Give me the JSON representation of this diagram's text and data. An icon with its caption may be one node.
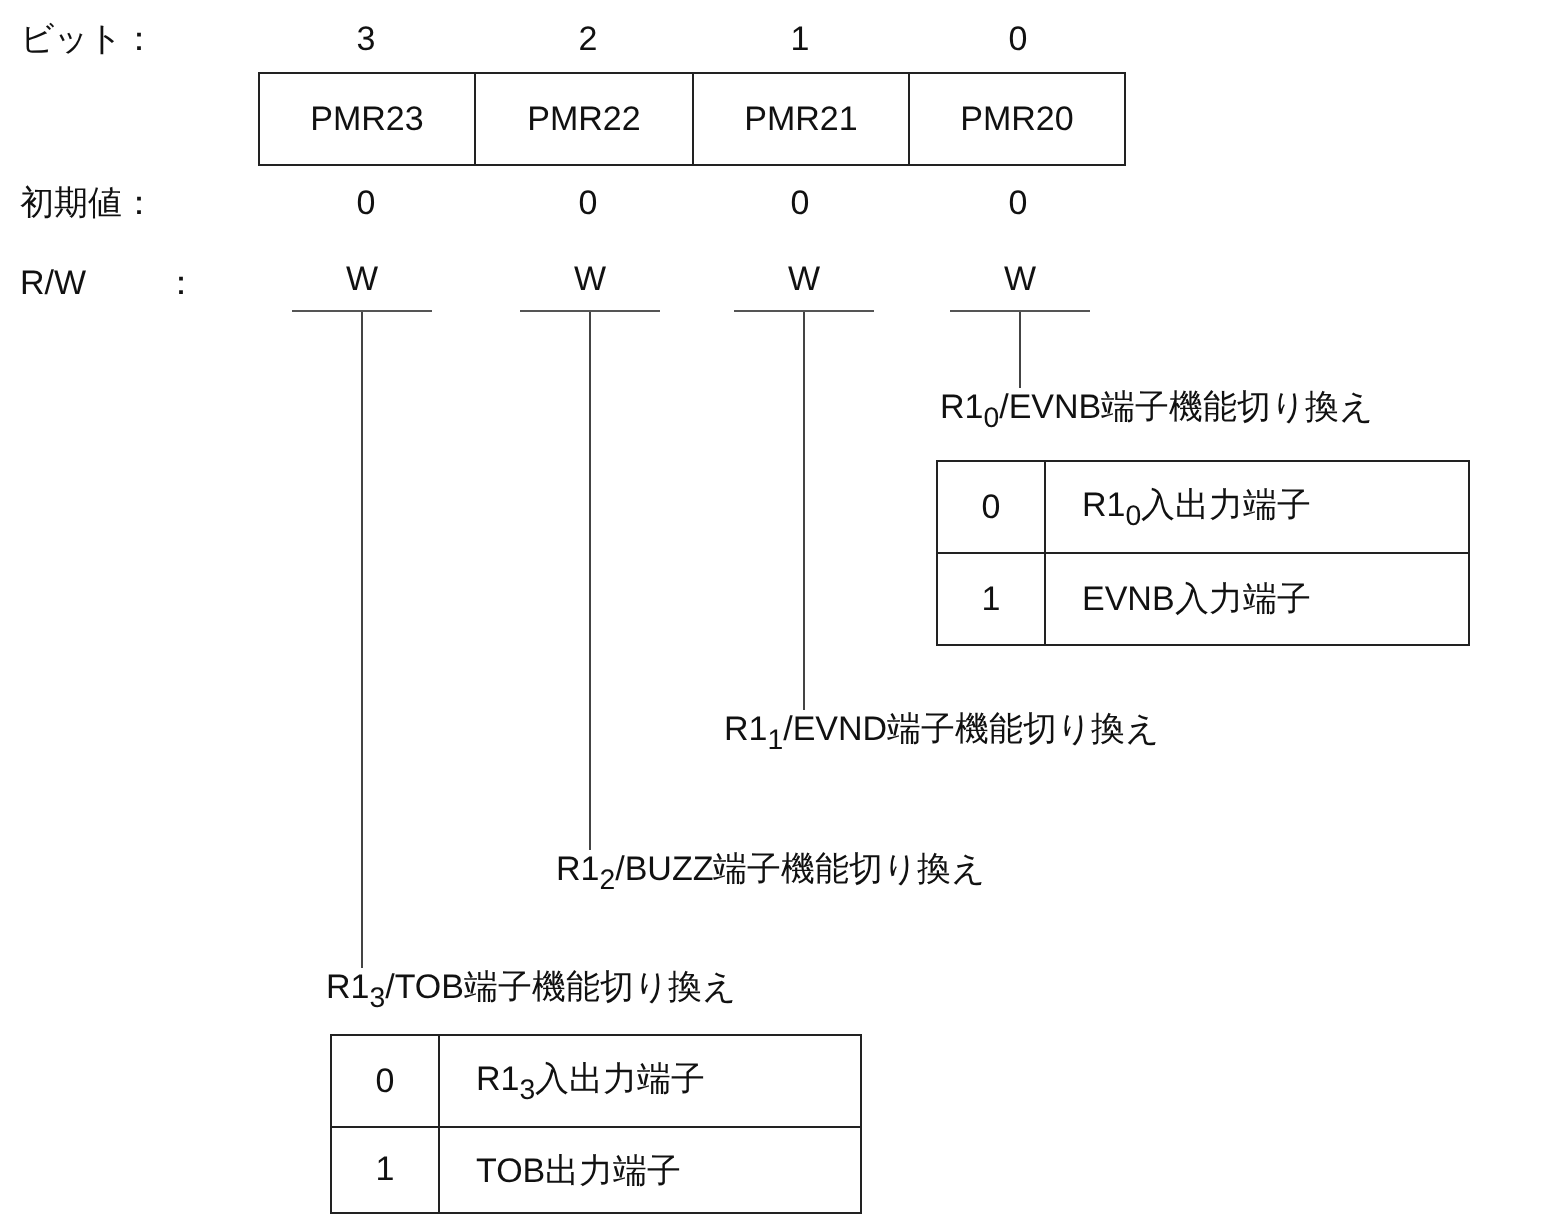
{
  "diagram": {
    "nodes": [
      {
        "text": [
          "PMR23"
        ]
      },
      {
        "text": [
          "PMR22"
        ]
      },
      {
        "text": [
          "PMR21"
        ]
      },
      {
        "text": [
          "PMR20"
        ]
      },
      {
        "text": [
          "W"
        ]
      },
      {
        "text": [
          "W"
        ]
      },
      {
        "text": [
          "W"
        ]
      },
      {
        "text": [
          "W"
        ]
      },
      {
        "text": [
          "R1$_{0}$/EVNB端子機能切り換え"
        ]
      },
      {
        "text": [
          "R1$_{1}$/EVND端子機能切り換え"
        ]
      },
      {
        "text": [
          "R1$_{2}$/BUZZ端子機能切り換え"
        ]
      },
      {
        "text": [
          "R1$_{3}$/TOB端子機能切り換え"
        ]
      }
    ],
    "edges": [
      {
        "from": 7,
        "to": 8,
        "arrow": "none"
      },
      {
        "from": 6,
        "to": 9,
        "arrow": "none"
      },
      {
        "from": 5,
        "to": 10,
        "arrow": "none"
      },
      {
        "from": 4,
        "to": 11,
        "arrow": "none"
      }
    ],
    "labels": [
      "ビット：",
      "3",
      "2",
      "1",
      "0",
      "初期値：",
      "0",
      "0",
      "0",
      "0",
      "R/W",
      "：",
      "0",
      "R1$_{0}$入出力端子",
      "1",
      "EVNB入力端子",
      "0",
      "R1$_{3}$入出力端子",
      "1",
      "TOB出力端子"
    ]
  }
}
